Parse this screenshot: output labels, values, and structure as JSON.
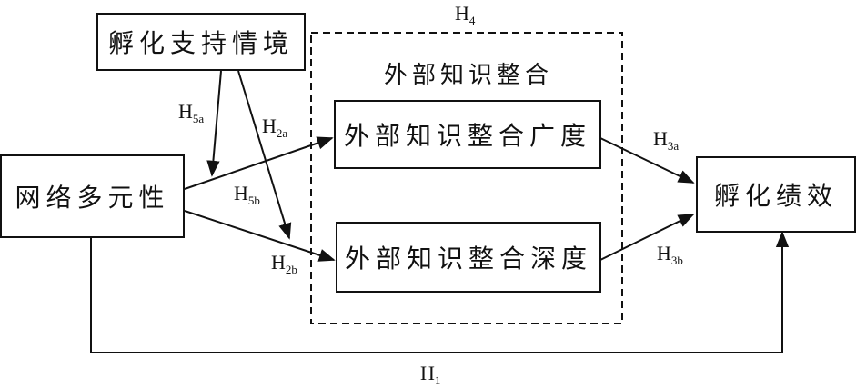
{
  "nodes": {
    "incubation_support": "孵化支持情境",
    "network_diversity": "网络多元性",
    "integration_group": "外部知识整合",
    "breadth": "外部知识整合广度",
    "depth": "外部知识整合深度",
    "performance": "孵化绩效"
  },
  "hypotheses": {
    "h1": {
      "main": "H",
      "sub": "1"
    },
    "h2a": {
      "main": "H",
      "sub": "2a"
    },
    "h2b": {
      "main": "H",
      "sub": "2b"
    },
    "h3a": {
      "main": "H",
      "sub": "3a"
    },
    "h3b": {
      "main": "H",
      "sub": "3b"
    },
    "h4": {
      "main": "H",
      "sub": "4"
    },
    "h5a": {
      "main": "H",
      "sub": "5a"
    },
    "h5b": {
      "main": "H",
      "sub": "5b"
    }
  }
}
